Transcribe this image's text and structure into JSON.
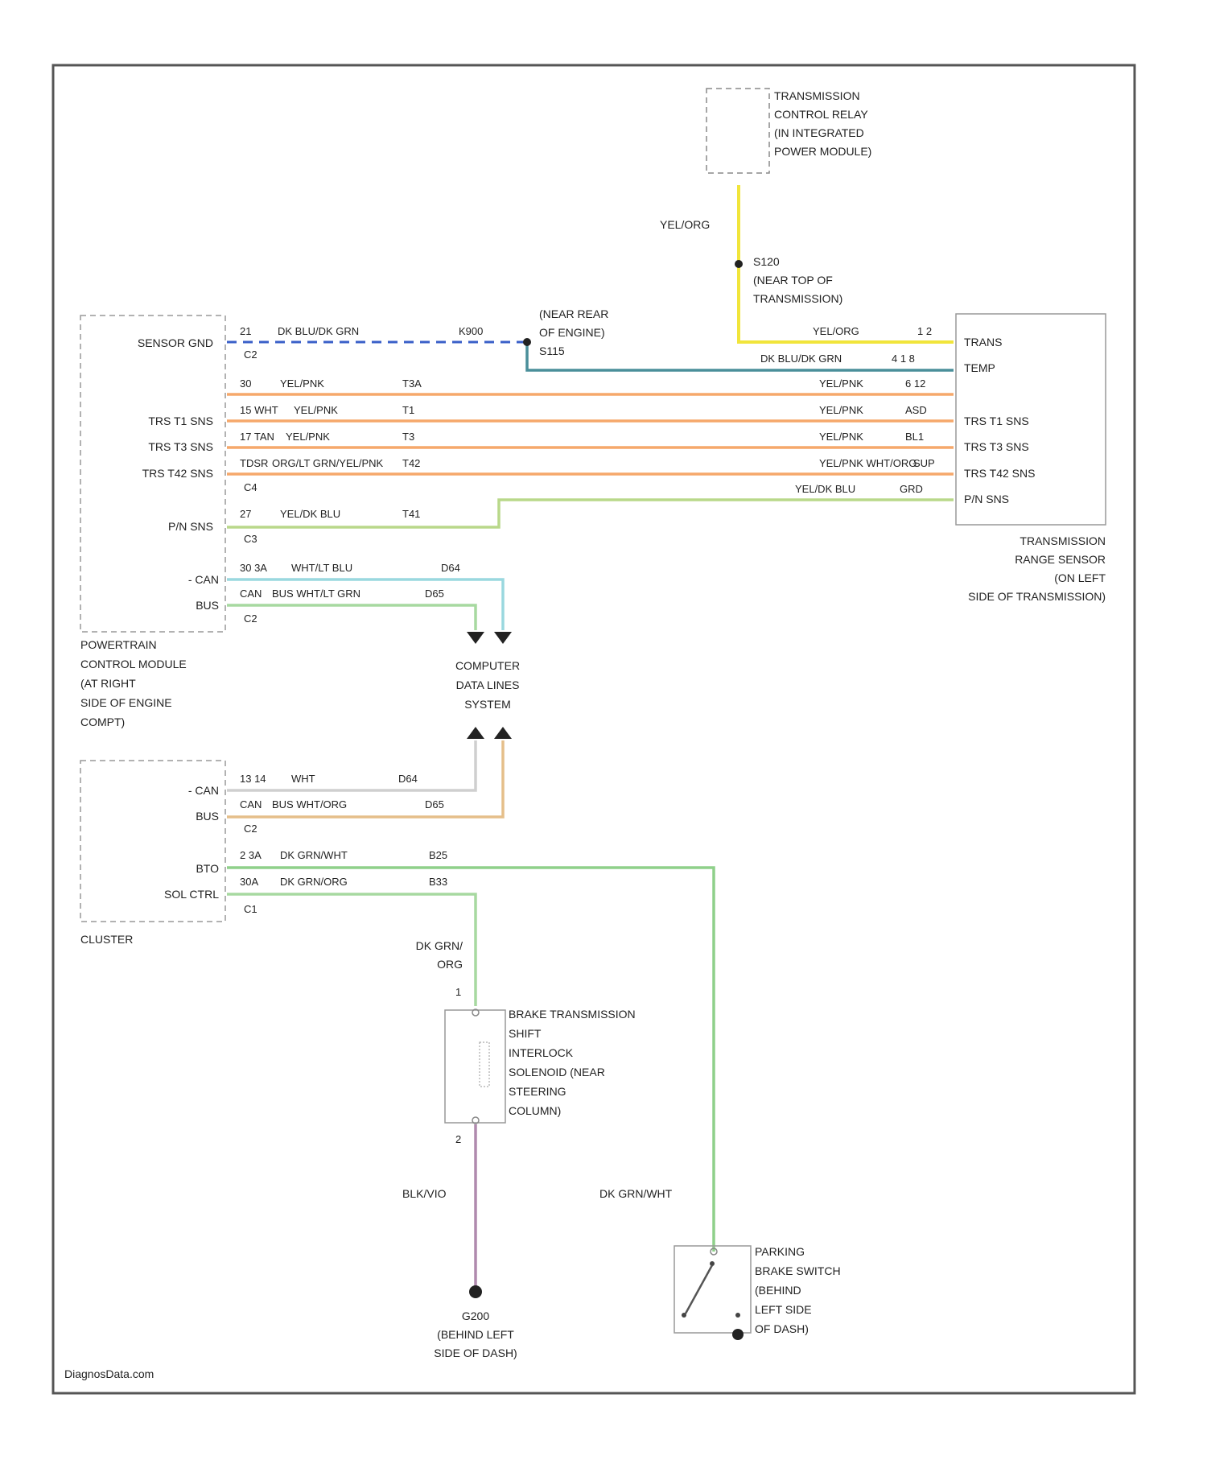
{
  "components": {
    "tcr": {
      "lines": [
        "TRANSMISSION",
        "CONTROL RELAY",
        "(IN INTEGRATED",
        "POWER MODULE)"
      ]
    },
    "s120": {
      "lines": [
        "S120",
        "(NEAR TOP OF",
        "TRANSMISSION)"
      ]
    },
    "s115": {
      "lines": [
        "(NEAR REAR",
        "OF ENGINE)",
        "S115"
      ]
    },
    "pcm": {
      "title": [
        "POWERTRAIN",
        "CONTROL MODULE",
        "(AT RIGHT",
        "SIDE OF ENGINE",
        "COMPT)"
      ],
      "pins": {
        "sensor_gnd": "SENSOR GND",
        "trs_t1": "TRS T1 SNS",
        "trs_t3": "TRS T3 SNS",
        "trs_t42": "TRS T42 SNS",
        "pn": "P/N SNS",
        "can_minus": "- CAN",
        "bus": "BUS"
      }
    },
    "trs": {
      "title": [
        "TRANSMISSION",
        "RANGE SENSOR",
        "(ON LEFT",
        "SIDE OF TRANSMISSION)"
      ],
      "pins": {
        "trans": "TRANS",
        "temp": "TEMP",
        "t1": "TRS T1 SNS",
        "t3": "TRS T3 SNS",
        "t42": "TRS T42 SNS",
        "pn": "P/N SNS"
      }
    },
    "cdl": {
      "lines": [
        "COMPUTER",
        "DATA LINES",
        "SYSTEM"
      ]
    },
    "cluster": {
      "title": "CLUSTER",
      "pins": {
        "can_minus": "- CAN",
        "bus": "BUS",
        "bto": "BTO",
        "sol_ctrl": "SOL CTRL"
      }
    },
    "btsi": {
      "lines": [
        "BRAKE TRANSMISSION",
        "SHIFT",
        "INTERLOCK",
        "SOLENOID (NEAR",
        "STEERING",
        "COLUMN)"
      ]
    },
    "g200": {
      "lines": [
        "G200",
        "(BEHIND LEFT",
        "SIDE OF DASH)"
      ]
    },
    "pbs": {
      "lines": [
        "PARKING",
        "BRAKE SWITCH",
        "(BEHIND",
        "LEFT SIDE",
        "OF DASH)"
      ]
    }
  },
  "connectors": {
    "c1": "C1",
    "c2": "C2",
    "c3": "C3",
    "c4": "C4"
  },
  "wires": {
    "yel_org_top": "YEL/ORG",
    "trs_yel_org": "YEL/ORG",
    "trs_pin_trans": "1 2",
    "dk_blu_grn_pcm": "DK BLU/DK GRN",
    "dk_blu_grn_trs": "DK BLU/DK GRN",
    "trs_pin_temp": "4 1 8",
    "k900": "K900",
    "pcm_pin_sensor_gnd": "21",
    "t1_row1_pin": "30",
    "t1_row1_color": "YEL/PNK",
    "t1_row1_circuit": "T3A",
    "trs_row1_color": "YEL/PNK",
    "trs_row1_pin": "6 12",
    "t1_row2_pin": "15 WHT",
    "t1_row2_color": "YEL/PNK",
    "t1_row2_circuit": "T1",
    "trs_row2_color": "YEL/PNK",
    "trs_row2_pin": "ASD",
    "t1_row3_pin": "17 TAN",
    "t1_row3_color": "YEL/PNK",
    "t1_row3_circuit": "T3",
    "trs_row3_color": "YEL/PNK",
    "trs_row3_pin": "BL1",
    "t1_row4_pin": "TDSR",
    "t1_row4_color": "ORG/LT GRN/YEL/PNK",
    "t1_row4_circuit": "T42",
    "trs_row4_color": "YEL/PNK WHT/ORG",
    "trs_row4_pin": "SUP",
    "pn_pin": "27",
    "pn_color": "YEL/DK BLU",
    "pn_circuit": "T41",
    "trs_pn_color": "YEL/DK BLU",
    "trs_pn_pin": "GRD",
    "pcm_can_pin": "30 3A",
    "pcm_can_color": "WHT/LT BLU",
    "pcm_can_circuit": "D64",
    "pcm_bus_pin": "CAN",
    "pcm_bus_color": "BUS WHT/LT GRN",
    "pcm_bus_circuit": "D65",
    "cl_can_pin": "13 14",
    "cl_can_color": "WHT",
    "cl_can_circuit": "D64",
    "cl_bus_pin": "CAN",
    "cl_bus_color": "BUS WHT/ORG",
    "cl_bus_circuit": "D65",
    "bto_pin": "2 3A",
    "bto_color": "DK GRN/WHT",
    "bto_circuit": "B25",
    "sol_pin": "30A",
    "sol_color": "DK GRN/ORG",
    "sol_circuit": "B33",
    "dk_grn_org": [
      "DK GRN/",
      "ORG"
    ],
    "btsi_pin_top": "1",
    "btsi_pin_bot": "2",
    "blk_vio": "BLK/VIO",
    "dk_grn_wht": "DK GRN/WHT"
  },
  "watermark": "DiagnosData.com",
  "colors": {
    "yellow": "#f1e53b",
    "dark_blue_green": "#4a8f9a",
    "blue_dashed": "#3a5fc8",
    "orange": "#f6a86b",
    "yellow_green": "#b9d88a",
    "cyan": "#9ad8df",
    "light_green": "#a7d9a0",
    "light_gray": "#cfcfcf",
    "tan": "#e5bf8a",
    "green": "#8fd08a",
    "violet": "#b08aae",
    "frame": "#555555"
  }
}
